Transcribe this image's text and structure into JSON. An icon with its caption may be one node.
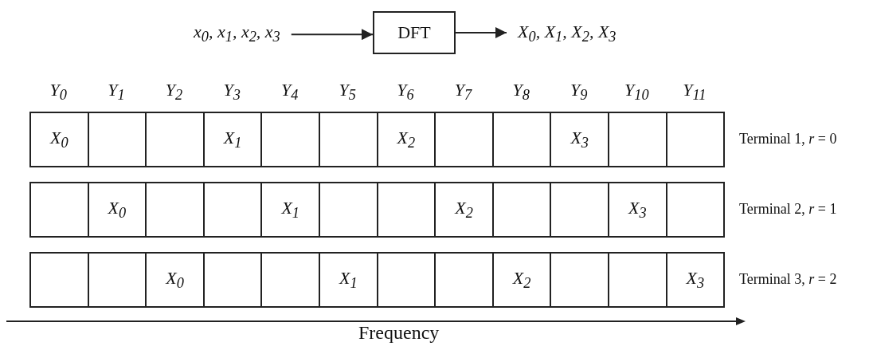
{
  "diagram": {
    "nodes": [
      {
        "text": [
          "x$_{0}$, x$_{1}$, x$_{2}$, x$_{3}$"
        ]
      },
      {
        "text": [
          "DFT"
        ]
      },
      {
        "text": [
          "X$_{0}$, X$_{1}$, X$_{2}$, X$_{3}$"
        ]
      }
    ],
    "edges": [
      {
        "from": 0,
        "to": 1,
        "arrow": "to"
      },
      {
        "from": 1,
        "to": 2,
        "arrow": "to"
      }
    ],
    "labels": [
      "Y$_{0}$",
      "Y$_{1}$",
      "Y$_{2}$",
      "Y$_{3}$",
      "Y$_{4}$",
      "Y$_{5}$",
      "Y$_{6}$",
      "Y$_{7}$",
      "Y$_{8}$",
      "Y$_{9}$",
      "Y$_{10}$",
      "Y$_{11}$",
      "X$_{0}$",
      "X$_{1}$",
      "X$_{2}$",
      "X$_{3}$",
      "Terminal 1, *r* = 0",
      "X$_{0}$",
      "X$_{1}$",
      "X$_{2}$",
      "X$_{3}$",
      "Terminal 2, *r* = 1",
      "X$_{0}$",
      "X$_{1}$",
      "X$_{2}$",
      "X$_{3}$",
      "Terminal 3, *r* = 2",
      "Frequency"
    ]
  }
}
